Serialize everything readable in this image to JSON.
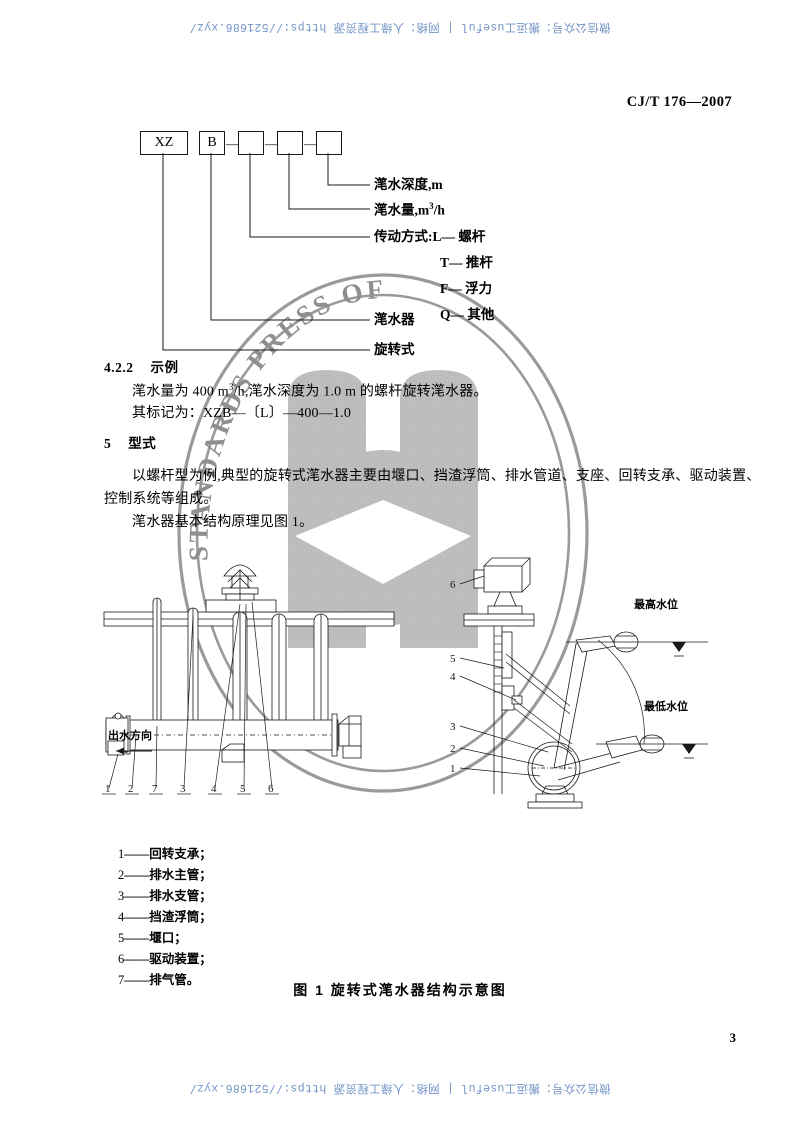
{
  "document": {
    "standard_code": "CJ/T 176—2007",
    "page_number": "3"
  },
  "watermark": {
    "text": "微信公众号：搬运工useful  |  网络：人缘工程资源  https://521686.xyz/",
    "color": "#6b8fc4",
    "seal_outer_text": "STANDARDS PRESS OF CHINA",
    "seal_color": "#9a9a9a"
  },
  "designation_diagram": {
    "boxes": [
      {
        "label": "XZ",
        "width": 46
      },
      {
        "label": "B",
        "width": 24
      },
      {
        "label": "",
        "width": 24
      },
      {
        "label": "",
        "width": 24
      },
      {
        "label": "",
        "width": 24
      }
    ],
    "separator": "—",
    "callouts": [
      {
        "text": "滗水深度,m"
      },
      {
        "text": "滗水量,m3/h"
      },
      {
        "text": "传动方式:L— 螺杆"
      },
      {
        "text": "T— 推杆"
      },
      {
        "text": "F— 浮力"
      },
      {
        "text": "Q— 其他"
      },
      {
        "text": "滗水器"
      },
      {
        "text": "旋转式"
      }
    ]
  },
  "sections": {
    "example": {
      "heading_num": "4.2.2",
      "heading_text": "示例",
      "line1": "滗水量为 400 m3/h,滗水深度为 1.0 m 的螺杆旋转滗水器。",
      "line2": "其标记为：XZB—〔L〕—400—1.0"
    },
    "type": {
      "heading_num": "5",
      "heading_text": "型式",
      "line1": "以螺杆型为例,典型的旋转式滗水器主要由堰口、挡渣浮筒、排水管道、支座、回转支承、驱动装置、",
      "line2": "控制系统等组成。",
      "line3": "滗水器基本结构原理见图 1。"
    }
  },
  "figure": {
    "caption": "图 1   旋转式滗水器结构示意图",
    "annotations": {
      "outflow_direction": "出水方向",
      "highest_water_level": "最高水位",
      "lowest_water_level": "最低水位"
    },
    "plan_callout_numbers": [
      "1",
      "2",
      "7",
      "3",
      "4",
      "5",
      "6"
    ],
    "elevation_callout_numbers": [
      "6",
      "5",
      "4",
      "3",
      "2",
      "1"
    ],
    "legend": [
      {
        "num": "1",
        "label": "回转支承；"
      },
      {
        "num": "2",
        "label": "排水主管；"
      },
      {
        "num": "3",
        "label": "排水支管；"
      },
      {
        "num": "4",
        "label": "挡渣浮筒；"
      },
      {
        "num": "5",
        "label": "堰口；"
      },
      {
        "num": "6",
        "label": "驱动装置；"
      },
      {
        "num": "7",
        "label": "排气管。"
      }
    ]
  }
}
